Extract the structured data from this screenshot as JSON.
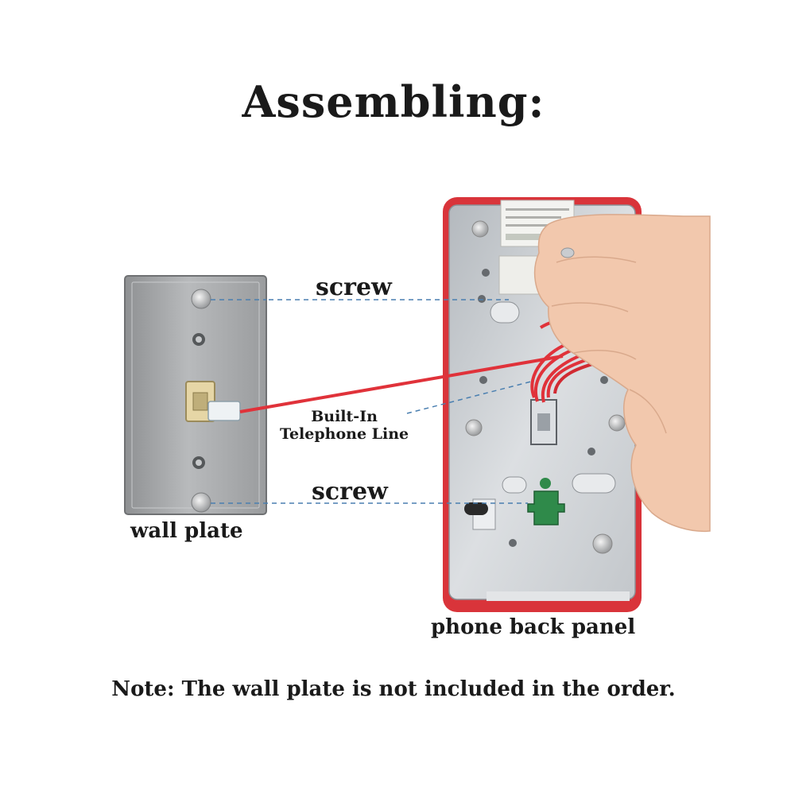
{
  "title": "Assembling:",
  "labels": {
    "screw_top": "screw",
    "screw_bottom": "screw",
    "built_in_line_1": "Built-In",
    "built_in_line_2": "Telephone Line",
    "wall_plate": "wall plate",
    "phone_back_panel": "phone back panel"
  },
  "note": "Note: The wall plate is not included in the order.",
  "colors": {
    "cord": "#e0323a",
    "panel_frame": "#d9343a",
    "metal": "#c9cdd2",
    "plate": "#a9abad",
    "jack": "#e6d6a6",
    "dashed_line": "#4a7fb0",
    "text": "#1a1a1a"
  }
}
